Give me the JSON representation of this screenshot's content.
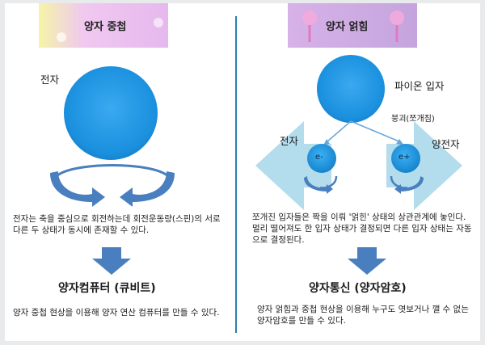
{
  "left": {
    "header": "양자 중첩",
    "electron_label": "전자",
    "description": "전자는 축을 중심으로 회전하는데 회전운동량(스핀)의 서로 다른 두 상태가 동시에 존재할 수 있다.",
    "result_title": "양자컴퓨터 (큐비트)",
    "result_desc": "양자 중첩 현상을 이용해 양자 연산 컴퓨터를 만들 수 있다."
  },
  "right": {
    "header": "양자 얽힘",
    "pion_label": "파이온 입자",
    "decay_label": "붕괴(쪼개짐)",
    "electron_label": "전자",
    "positron_label": "양전자",
    "e_minus": "e-",
    "e_plus": "e+",
    "description": "쪼개진 입자들은 짝을 이뤄 '얽힌' 상태의 상관관계에 놓인다. 멀리 떨어져도 한 입자 상태가 결정되면 다른 입자 상태는 자동으로 결정된다.",
    "result_title": "양자통신 (양자암호)",
    "result_desc": "양자 얽힘과 중첩 현상을 이용해 누구도 엿보거나 깰 수 없는 양자암호를 만들 수 있다."
  },
  "colors": {
    "sphere": "#1f95e0",
    "arrow_blue": "#4a7fbf",
    "divider": "#2a7fb0",
    "left_header_bg": "#e9c6f3",
    "right_header_bg": "#c9aee0",
    "big_arrow": "#a9d3e8"
  }
}
